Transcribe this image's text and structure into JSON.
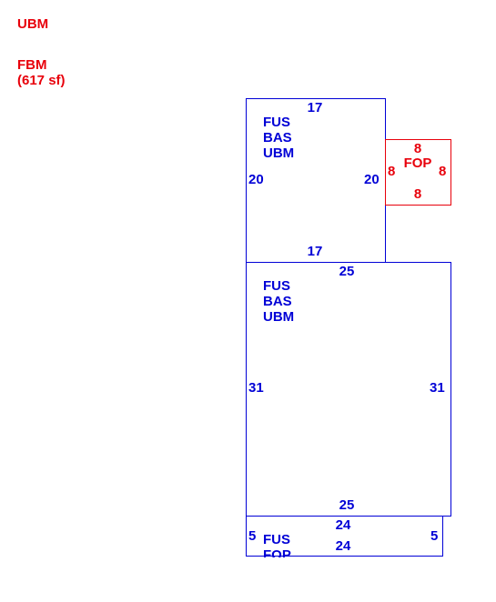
{
  "legend": {
    "line1": "UBM",
    "line2": "FBM",
    "line3": "(617 sf)"
  },
  "colors": {
    "blue": "#0000d6",
    "red": "#e8000b"
  },
  "areas": {
    "upper": {
      "labels": [
        "FUS",
        "BAS",
        "UBM"
      ],
      "top": "17",
      "bottom": "17",
      "left": "20",
      "right": "20"
    },
    "porch": {
      "label": "FOP",
      "top": "8",
      "bottom": "8",
      "left": "8",
      "right": "8"
    },
    "main": {
      "labels": [
        "FUS",
        "BAS",
        "UBM"
      ],
      "top": "25",
      "bottom": "25",
      "left": "31",
      "right": "31"
    },
    "front": {
      "labels": [
        "FUS",
        "FOP"
      ],
      "top": "24",
      "bottom": "24",
      "left": "5",
      "right": "5"
    }
  }
}
